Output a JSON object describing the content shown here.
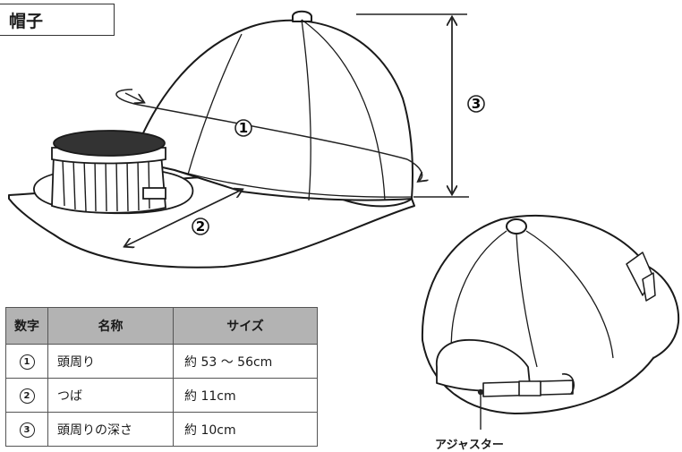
{
  "title": "帽子",
  "callouts": {
    "c1": "1",
    "c2": "2",
    "c3": "3"
  },
  "adjuster_label": "アジャスター",
  "table": {
    "headers": {
      "num": "数字",
      "name": "名称",
      "size": "サイズ"
    },
    "rows": [
      {
        "num": "1",
        "name": "頭周り",
        "size": "約 53 ～ 56cm"
      },
      {
        "num": "2",
        "name": "つば",
        "size": "約 11cm"
      },
      {
        "num": "3",
        "name": "頭周りの深さ",
        "size": "約 10cm"
      }
    ]
  }
}
